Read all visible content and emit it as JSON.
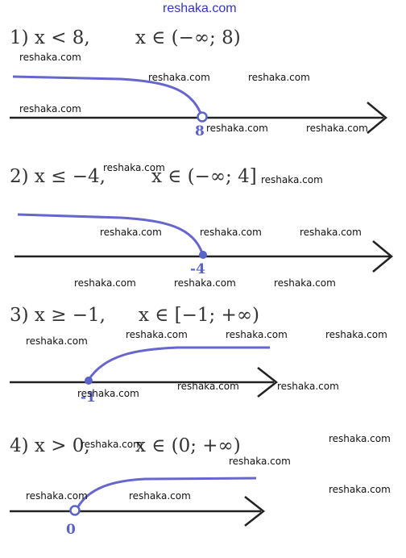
{
  "site_header": "reshaka.com",
  "watermark": "reshaka.com",
  "colors": {
    "curve": "#6666cc",
    "axis": "#222222",
    "label": "#5a63c8"
  },
  "problems": [
    {
      "inequality": "1) x < 8,",
      "interval": "x ∈ (−∞; 8)",
      "point": "8",
      "point_type": "open",
      "direction": "left"
    },
    {
      "inequality": "2) x ≤ −4,",
      "interval": "x ∈ (−∞; 4]",
      "point": "-4",
      "point_type": "closed",
      "direction": "left"
    },
    {
      "inequality": "3) x ≥ −1,",
      "interval": "x ∈ [−1; +∞)",
      "point": "-1",
      "point_type": "closed",
      "direction": "right"
    },
    {
      "inequality": "4) x > 0,",
      "interval": "x ∈ (0;  +∞)",
      "point": "0",
      "point_type": "open",
      "direction": "right"
    }
  ]
}
